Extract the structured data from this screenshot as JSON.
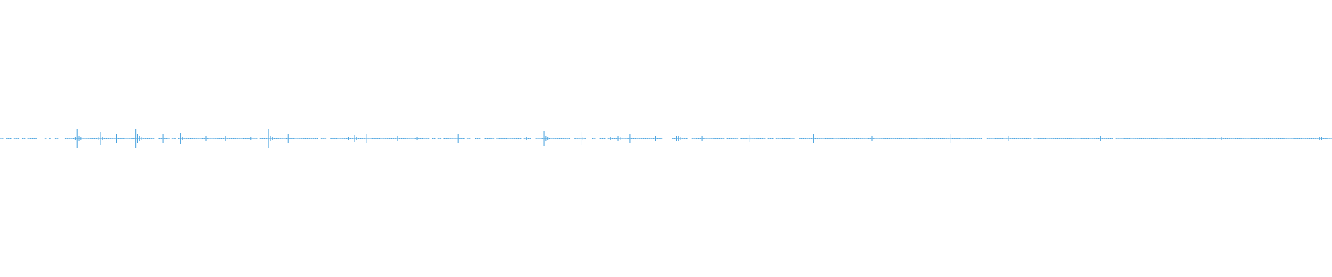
{
  "waveform": {
    "color": "#4aa3df",
    "background": "#ffffff",
    "peaks": [
      1,
      1,
      0,
      1,
      1,
      1,
      0,
      1,
      1,
      1,
      0,
      1,
      1,
      0,
      1,
      1,
      1,
      1,
      1,
      0,
      0,
      0,
      0,
      1,
      0,
      1,
      0,
      0,
      1,
      1,
      0,
      0,
      0,
      1,
      1,
      1,
      1,
      1,
      2,
      13,
      3,
      2,
      1,
      1,
      1,
      1,
      1,
      1,
      1,
      1,
      2,
      10,
      2,
      1,
      1,
      1,
      1,
      1,
      1,
      7,
      1,
      1,
      1,
      1,
      1,
      1,
      1,
      1,
      1,
      14,
      6,
      3,
      2,
      1,
      1,
      1,
      1,
      1,
      1,
      0,
      0,
      1,
      1,
      6,
      1,
      1,
      1,
      0,
      1,
      1,
      0,
      1,
      8,
      2,
      1,
      1,
      1,
      1,
      1,
      1,
      1,
      1,
      1,
      1,
      1,
      3,
      1,
      1,
      1,
      1,
      1,
      1,
      1,
      1,
      1,
      4,
      1,
      1,
      1,
      1,
      1,
      1,
      1,
      1,
      1,
      1,
      1,
      1,
      2,
      1,
      1,
      1,
      0,
      1,
      1,
      1,
      1,
      14,
      4,
      2,
      1,
      1,
      1,
      1,
      1,
      1,
      1,
      6,
      1,
      1,
      1,
      1,
      1,
      1,
      1,
      1,
      1,
      1,
      1,
      1,
      1,
      1,
      1,
      0,
      1,
      1,
      1,
      0,
      0,
      1,
      1,
      1,
      1,
      1,
      1,
      1,
      1,
      1,
      2,
      1,
      1,
      5,
      2,
      1,
      1,
      1,
      1,
      6,
      1,
      1,
      1,
      1,
      1,
      1,
      1,
      1,
      1,
      1,
      1,
      1,
      1,
      1,
      1,
      4,
      1,
      1,
      1,
      1,
      1,
      1,
      1,
      1,
      1,
      2,
      1,
      1,
      1,
      1,
      1,
      1,
      0,
      1,
      1,
      0,
      1,
      1,
      0,
      1,
      1,
      1,
      1,
      1,
      1,
      1,
      6,
      1,
      1,
      1,
      0,
      1,
      1,
      0,
      0,
      1,
      1,
      1,
      0,
      0,
      1,
      1,
      1,
      1,
      1,
      0,
      1,
      1,
      1,
      1,
      1,
      1,
      1,
      1,
      1,
      1,
      1,
      1,
      1,
      0,
      1,
      2,
      1,
      1,
      0,
      0,
      1,
      1,
      1,
      1,
      11,
      4,
      2,
      1,
      1,
      1,
      1,
      1,
      1,
      1,
      1,
      1,
      1,
      1,
      0,
      0,
      1,
      1,
      1,
      9,
      2,
      1,
      0,
      0,
      0,
      1,
      1,
      0,
      0,
      1,
      1,
      1,
      0,
      1,
      2,
      1,
      1,
      1,
      4,
      2,
      1,
      1,
      1,
      1,
      6,
      1,
      1,
      1,
      1,
      1,
      1,
      1,
      1,
      1,
      1,
      1,
      1,
      3,
      1,
      1,
      1,
      0,
      0,
      0,
      0,
      0,
      1,
      1,
      4,
      3,
      2,
      1,
      1,
      1,
      0,
      0,
      1,
      1,
      1,
      1,
      1,
      3,
      1,
      1,
      1,
      1,
      1,
      1,
      1,
      1,
      1,
      1,
      1,
      0,
      1,
      1,
      1,
      1,
      1,
      1,
      0,
      1,
      1,
      1,
      1,
      5,
      2,
      1,
      1,
      1,
      1,
      1,
      1,
      1,
      0,
      1,
      1,
      1,
      0,
      1,
      1,
      1,
      1,
      1,
      1,
      1,
      1,
      1,
      1,
      0,
      0,
      1,
      1,
      1,
      1,
      1,
      1,
      1,
      7,
      1,
      1,
      1,
      1,
      1,
      1,
      1,
      1,
      1,
      1,
      1,
      1,
      1,
      1,
      1,
      1,
      1,
      1,
      1,
      1,
      1,
      1,
      1,
      1,
      1,
      1,
      1,
      1,
      1,
      3,
      1,
      1,
      1,
      1,
      1,
      1,
      1,
      1,
      1,
      1,
      1,
      1,
      1,
      1,
      1,
      1,
      1,
      1,
      1,
      1,
      1,
      1,
      1,
      1,
      1,
      1,
      1,
      1,
      1,
      1,
      1,
      1,
      1,
      1,
      1,
      1,
      1,
      1,
      1,
      6,
      1,
      1,
      1,
      1,
      1,
      1,
      1,
      1,
      1,
      1,
      1,
      1,
      1,
      1,
      1,
      1,
      0,
      0,
      1,
      1,
      1,
      1,
      1,
      1,
      1,
      1,
      1,
      1,
      1,
      4,
      1,
      1,
      1,
      1,
      1,
      1,
      1,
      1,
      1,
      1,
      1,
      0,
      1,
      1,
      1,
      1,
      1,
      1,
      1,
      1,
      1,
      1,
      1,
      1,
      1,
      1,
      1,
      1,
      1,
      1,
      1,
      1,
      1,
      1,
      1,
      1,
      1,
      1,
      1,
      1,
      1,
      1,
      1,
      1,
      1,
      1,
      3,
      1,
      1,
      1,
      1,
      1,
      1,
      0,
      1,
      1,
      1,
      1,
      1,
      1,
      1,
      1,
      1,
      1,
      1,
      1,
      1,
      1,
      1,
      1,
      1,
      1,
      1,
      1,
      1,
      1,
      1,
      1,
      4,
      1,
      1,
      1,
      1,
      1,
      1,
      1,
      1,
      1,
      1,
      1,
      1,
      1,
      1,
      1,
      1,
      1,
      1,
      1,
      1,
      1,
      1,
      1,
      1,
      1,
      1,
      1,
      1,
      1,
      2,
      1,
      1,
      1,
      1,
      1,
      1,
      1,
      1,
      1,
      1,
      1,
      1,
      1,
      1,
      1,
      1,
      1,
      1,
      1,
      1,
      1,
      1,
      1,
      1,
      1,
      1,
      1,
      1,
      1,
      1,
      1,
      1,
      1,
      1,
      1,
      1,
      1,
      1,
      1,
      1,
      1,
      1,
      1,
      1,
      1,
      1,
      1,
      1,
      1,
      2,
      2,
      1,
      1,
      1,
      1,
      1
    ]
  }
}
